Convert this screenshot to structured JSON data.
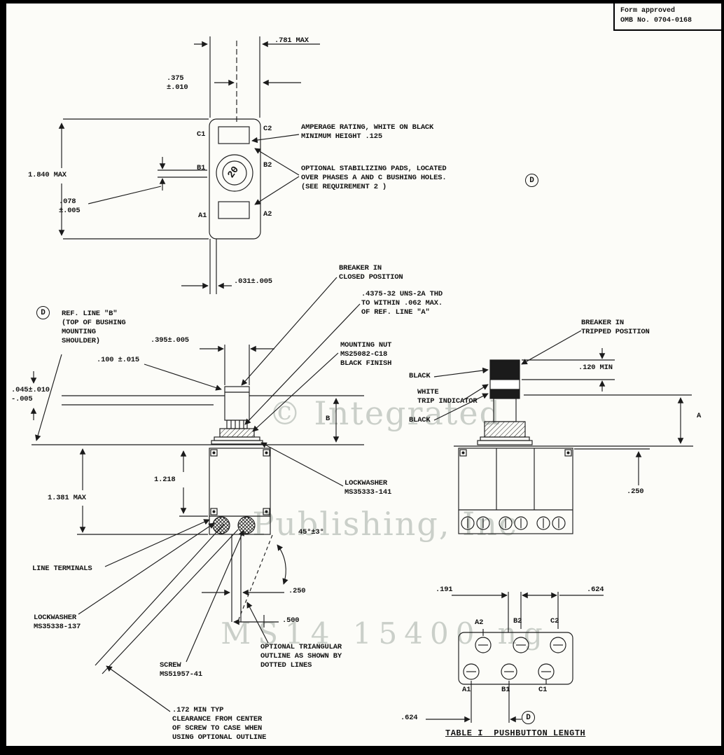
{
  "form_box": {
    "line1": "Form approved",
    "line2": "OMB No. 0704-0168"
  },
  "watermark": {
    "line1": "© Integrated",
    "line2": "Publishing, Inc",
    "line3": "MS14 15400 ng"
  },
  "top_view": {
    "dim_781": ".781 MAX",
    "dim_375": ".375\n±.010",
    "dim_1840": "1.840 MAX",
    "dim_078": ".078\n±.005",
    "dim_031": ".031±.005",
    "amperage": "20",
    "terminals": {
      "c1": "C1",
      "c2": "C2",
      "b1": "B1",
      "b2": "B2",
      "a1": "A1",
      "a2": "A2"
    },
    "callout_amperage": "AMPERAGE RATING, WHITE ON BLACK\nMINIMUM HEIGHT .125",
    "callout_pads": "OPTIONAL STABILIZING PADS, LOCATED\nOVER PHASES A AND C BUSHING HOLES.\n(SEE REQUIREMENT 2 )",
    "datum": "D"
  },
  "side_view": {
    "datum": "D",
    "ref_line": "REF. LINE \"B\"\n(TOP OF BUSHING\nMOUNTING\nSHOULDER)",
    "dim_395": ".395±.005",
    "dim_100": ".100 ±.015",
    "dim_045": ".045±.010\n-.005",
    "dim_1218": "1.218",
    "dim_1381": "1.381 MAX",
    "dim_B": "B",
    "dim_45": "45°±3°",
    "dim_250": ".250",
    "dim_500": ".500",
    "callout_closed": "BREAKER IN\nCLOSED POSITION",
    "callout_thread": ".4375-32 UNS-2A THD\nTO WITHIN .062 MAX.\nOF REF. LINE \"A\"",
    "callout_nut": "MOUNTING NUT\nMS25082-C18\nBLACK FINISH",
    "callout_lockwasher_141": "LOCKWASHER\nMS35333-141",
    "callout_line_terminals": "LINE TERMINALS",
    "callout_lockwasher_137": "LOCKWASHER\nMS35338-137",
    "callout_screw": "SCREW\nMS51957-41",
    "callout_triangular": "OPTIONAL TRIANGULAR\nOUTLINE AS SHOWN BY\nDOTTED LINES",
    "callout_clearance": ".172 MIN TYP\nCLEARANCE FROM CENTER\nOF SCREW TO CASE WHEN\nUSING OPTIONAL OUTLINE"
  },
  "tripped_view": {
    "callout_tripped": "BREAKER IN\nTRIPPED POSITION",
    "label_black_top": "BLACK",
    "label_white": "WHITE\nTRIP INDICATOR",
    "label_black_bottom": "BLACK",
    "dim_120": ".120 MIN",
    "dim_A": "A",
    "dim_250": ".250"
  },
  "bottom_view": {
    "dim_191": ".191",
    "dim_624_top": ".624",
    "dim_624_bottom": ".624",
    "terminals": {
      "a2": "A2",
      "b2": "B2",
      "c2": "C2",
      "a1": "A1",
      "b1": "B1",
      "c1": "C1"
    },
    "datum": "D",
    "table_caption": "TABLE I  PUSHBUTTON LENGTH"
  }
}
